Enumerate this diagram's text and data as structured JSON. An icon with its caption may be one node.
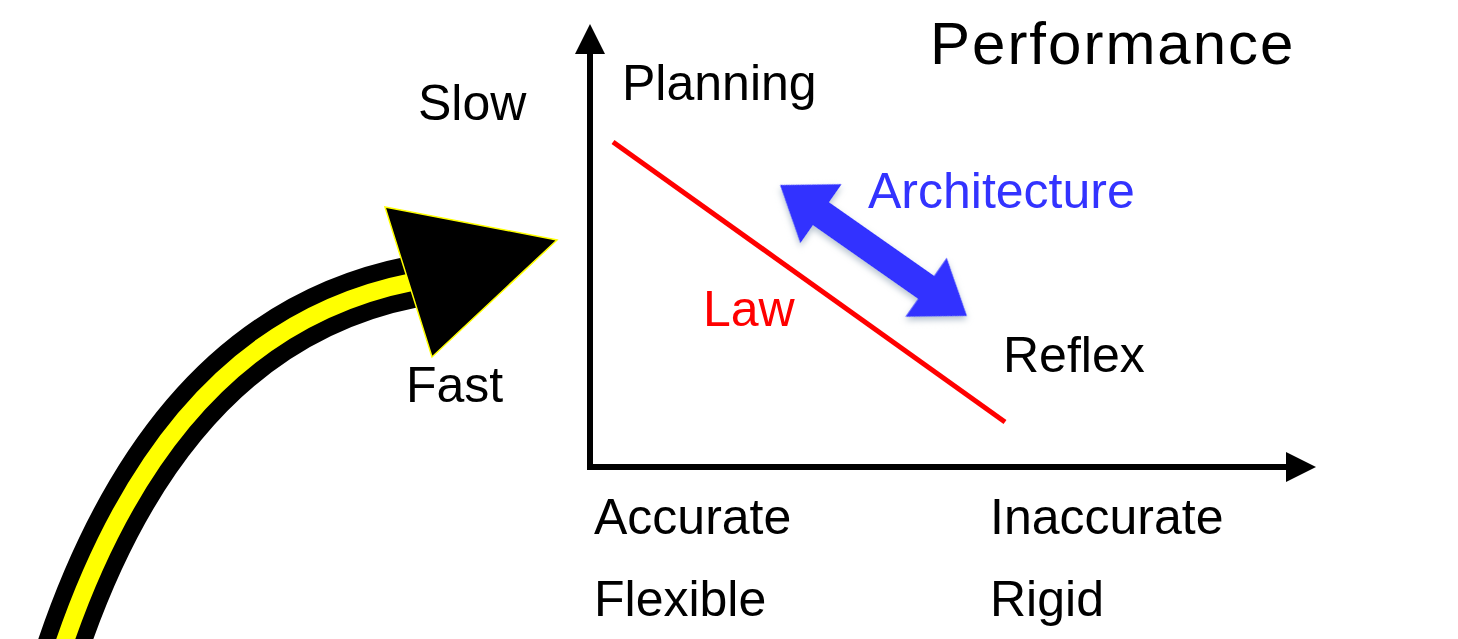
{
  "diagram": {
    "title": "Performance",
    "labels": [
      "Planning",
      "Slow",
      "Architecture",
      "Law",
      "Reflex",
      "Fast",
      "Accurate",
      "Inaccurate",
      "Flexible",
      "Rigid"
    ]
  }
}
